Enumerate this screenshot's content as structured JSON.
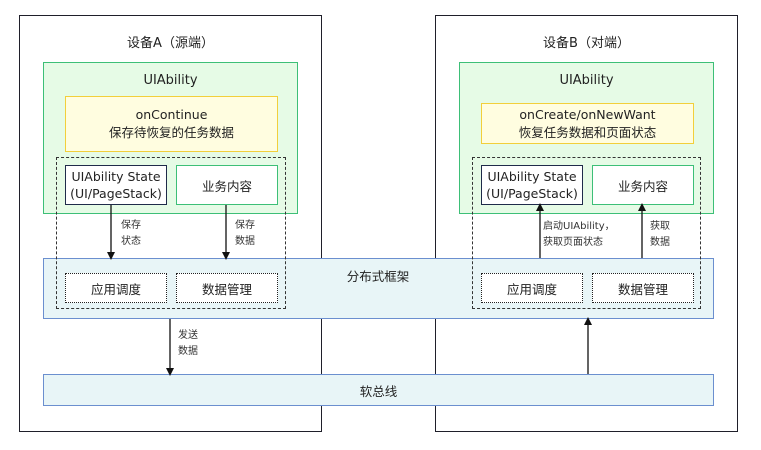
{
  "device_a": {
    "title": "设备A（源端）",
    "uiability": {
      "title": "UIAbility",
      "callback": {
        "name": "onContinue",
        "desc": "保存待恢复的任务数据"
      },
      "state_box": {
        "line1": "UIAbility State",
        "line2": "(UI/PageStack)"
      },
      "business_box": "业务内容"
    },
    "framework_modules": {
      "dispatch": "应用调度",
      "data_mgmt": "数据管理"
    },
    "arrows": {
      "save_state": {
        "line1": "保存",
        "line2": "状态"
      },
      "save_data": {
        "line1": "保存",
        "line2": "数据"
      },
      "send_data": {
        "line1": "发送",
        "line2": "数据"
      }
    }
  },
  "device_b": {
    "title": "设备B（对端）",
    "uiability": {
      "title": "UIAbility",
      "callback": {
        "name": "onCreate/onNewWant",
        "desc": "恢复任务数据和页面状态"
      },
      "state_box": {
        "line1": "UIAbility State",
        "line2": "(UI/PageStack)"
      },
      "business_box": "业务内容"
    },
    "framework_modules": {
      "dispatch": "应用调度",
      "data_mgmt": "数据管理"
    },
    "arrows": {
      "start_ability": {
        "line1": "启动UIAbility，",
        "line2": "获取页面状态"
      },
      "get_data": {
        "line1": "获取",
        "line2": "数据"
      }
    }
  },
  "shared": {
    "framework": "分布式框架",
    "soft_bus": "软总线"
  },
  "colors": {
    "uiability_fill": "#e6fbe6",
    "uiability_border": "#3dbf77",
    "callback_fill": "#fffde0",
    "callback_border": "#f2cf3b",
    "framework_fill": "#e8f5f7",
    "framework_border": "#6b8fcf"
  }
}
